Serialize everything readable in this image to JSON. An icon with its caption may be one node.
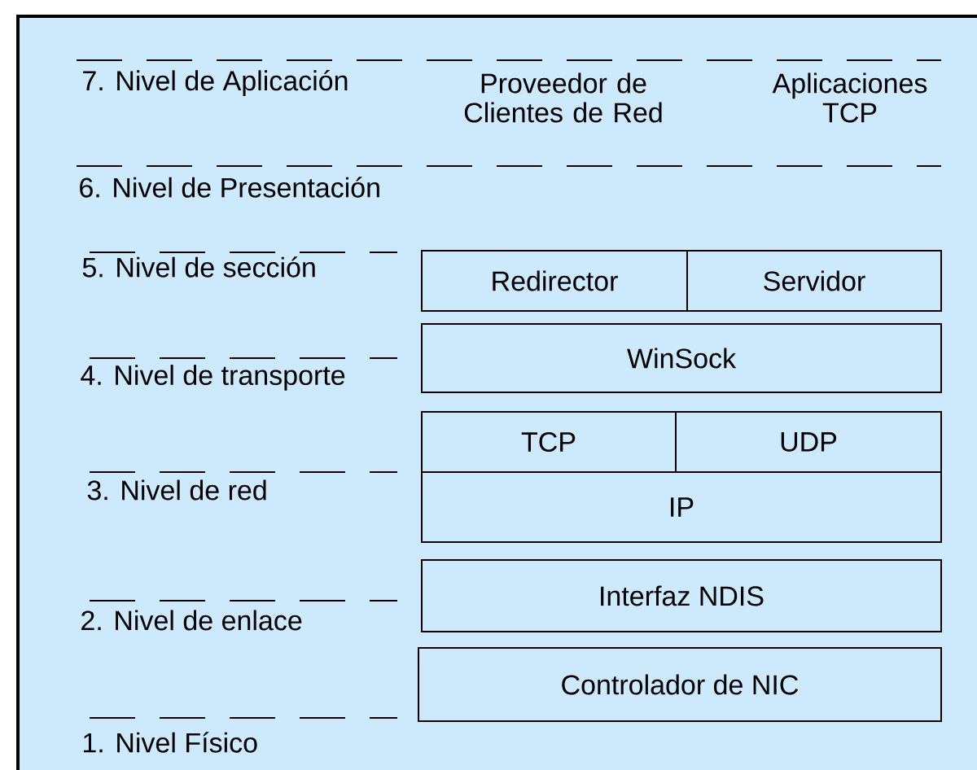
{
  "diagram": {
    "nodes": [
      {
        "text": [
          "Redirector"
        ]
      },
      {
        "text": [
          "Servidor"
        ]
      },
      {
        "text": [
          "WinSock"
        ]
      },
      {
        "text": [
          "TCP"
        ]
      },
      {
        "text": [
          "UDP"
        ]
      },
      {
        "text": [
          "IP"
        ]
      },
      {
        "text": [
          "Interfaz NDIS"
        ]
      },
      {
        "text": [
          "Controlador de NIC"
        ]
      }
    ],
    "labels": [
      "7. Nivel de Aplicación",
      "Proveedor de Clientes de Red",
      "Aplicaciones TCP",
      "6. Nivel de Presentación",
      "5. Nivel de sección",
      "4. Nivel de transporte",
      "3. Nivel de red",
      "2. Nivel de enlace",
      "1. Nivel Físico"
    ]
  }
}
